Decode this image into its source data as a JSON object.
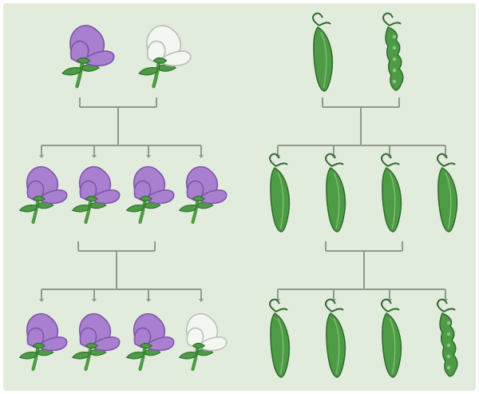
{
  "background_color": "#e2ecdc",
  "line_color": "#8f9a8c",
  "colors": {
    "purple_petal": "#a97fd0",
    "purple_dark": "#7f55ab",
    "white_petal": "#f4f6f2",
    "white_dark": "#b9c2b7",
    "pod_green": "#4e9b45",
    "pod_dark": "#2f6b2e"
  },
  "panels": [
    {
      "name": "flower-color-cross",
      "kind": "flower",
      "parents": [
        "purple",
        "white"
      ],
      "f1": [
        "purple",
        "purple",
        "purple",
        "purple"
      ],
      "f2": [
        "purple",
        "purple",
        "purple",
        "white"
      ]
    },
    {
      "name": "pod-shape-cross",
      "kind": "pod",
      "parents": [
        "smooth",
        "constricted"
      ],
      "f1": [
        "smooth",
        "smooth",
        "smooth",
        "smooth"
      ],
      "f2": [
        "smooth",
        "smooth",
        "smooth",
        "constricted"
      ]
    }
  ]
}
